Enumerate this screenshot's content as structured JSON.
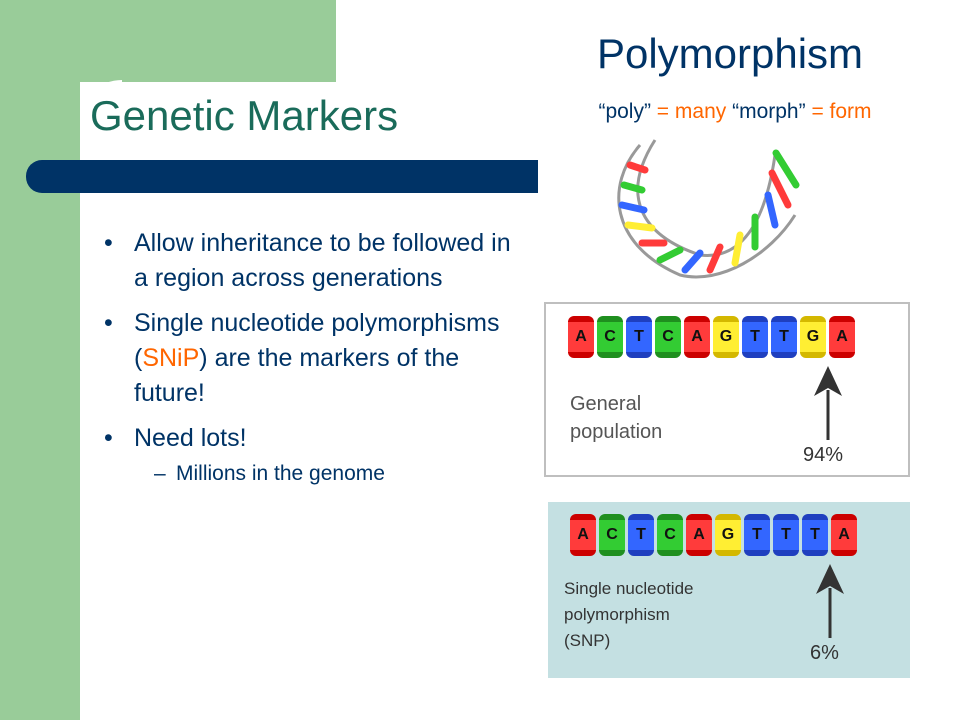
{
  "slide": {
    "title": "Genetic Markers",
    "poly_title": "Polymorphism",
    "poly_subtitle": {
      "q1": "“poly”",
      "eq1": " = many ",
      "q2": "“morph”",
      "eq2": " = form"
    },
    "bullets": {
      "b1": "Allow inheritance to be followed in a region across generations",
      "b2_pre": "Single nucleotide polymorphisms (",
      "b2_hl": "SNiP",
      "b2_post": ") are the markers of the future!",
      "b3": "Need lots!",
      "b3_sub": "Millions in the genome"
    },
    "panel_general": {
      "sequence": [
        "A",
        "C",
        "T",
        "C",
        "A",
        "G",
        "T",
        "T",
        "G",
        "A"
      ],
      "label_line1": "General",
      "label_line2": "population",
      "percent": "94%"
    },
    "panel_snp": {
      "sequence": [
        "A",
        "C",
        "T",
        "C",
        "A",
        "G",
        "T",
        "T",
        "T",
        "A"
      ],
      "label_line1": "Single nucleotide",
      "label_line2": "polymorphism",
      "label_line3": "(SNP)",
      "percent": "6%"
    },
    "colors": {
      "accent_orange": "#ff6600",
      "navy": "#003366",
      "green_frame": "#99cc99",
      "snp_panel_bg": "#c4e0e2"
    }
  }
}
